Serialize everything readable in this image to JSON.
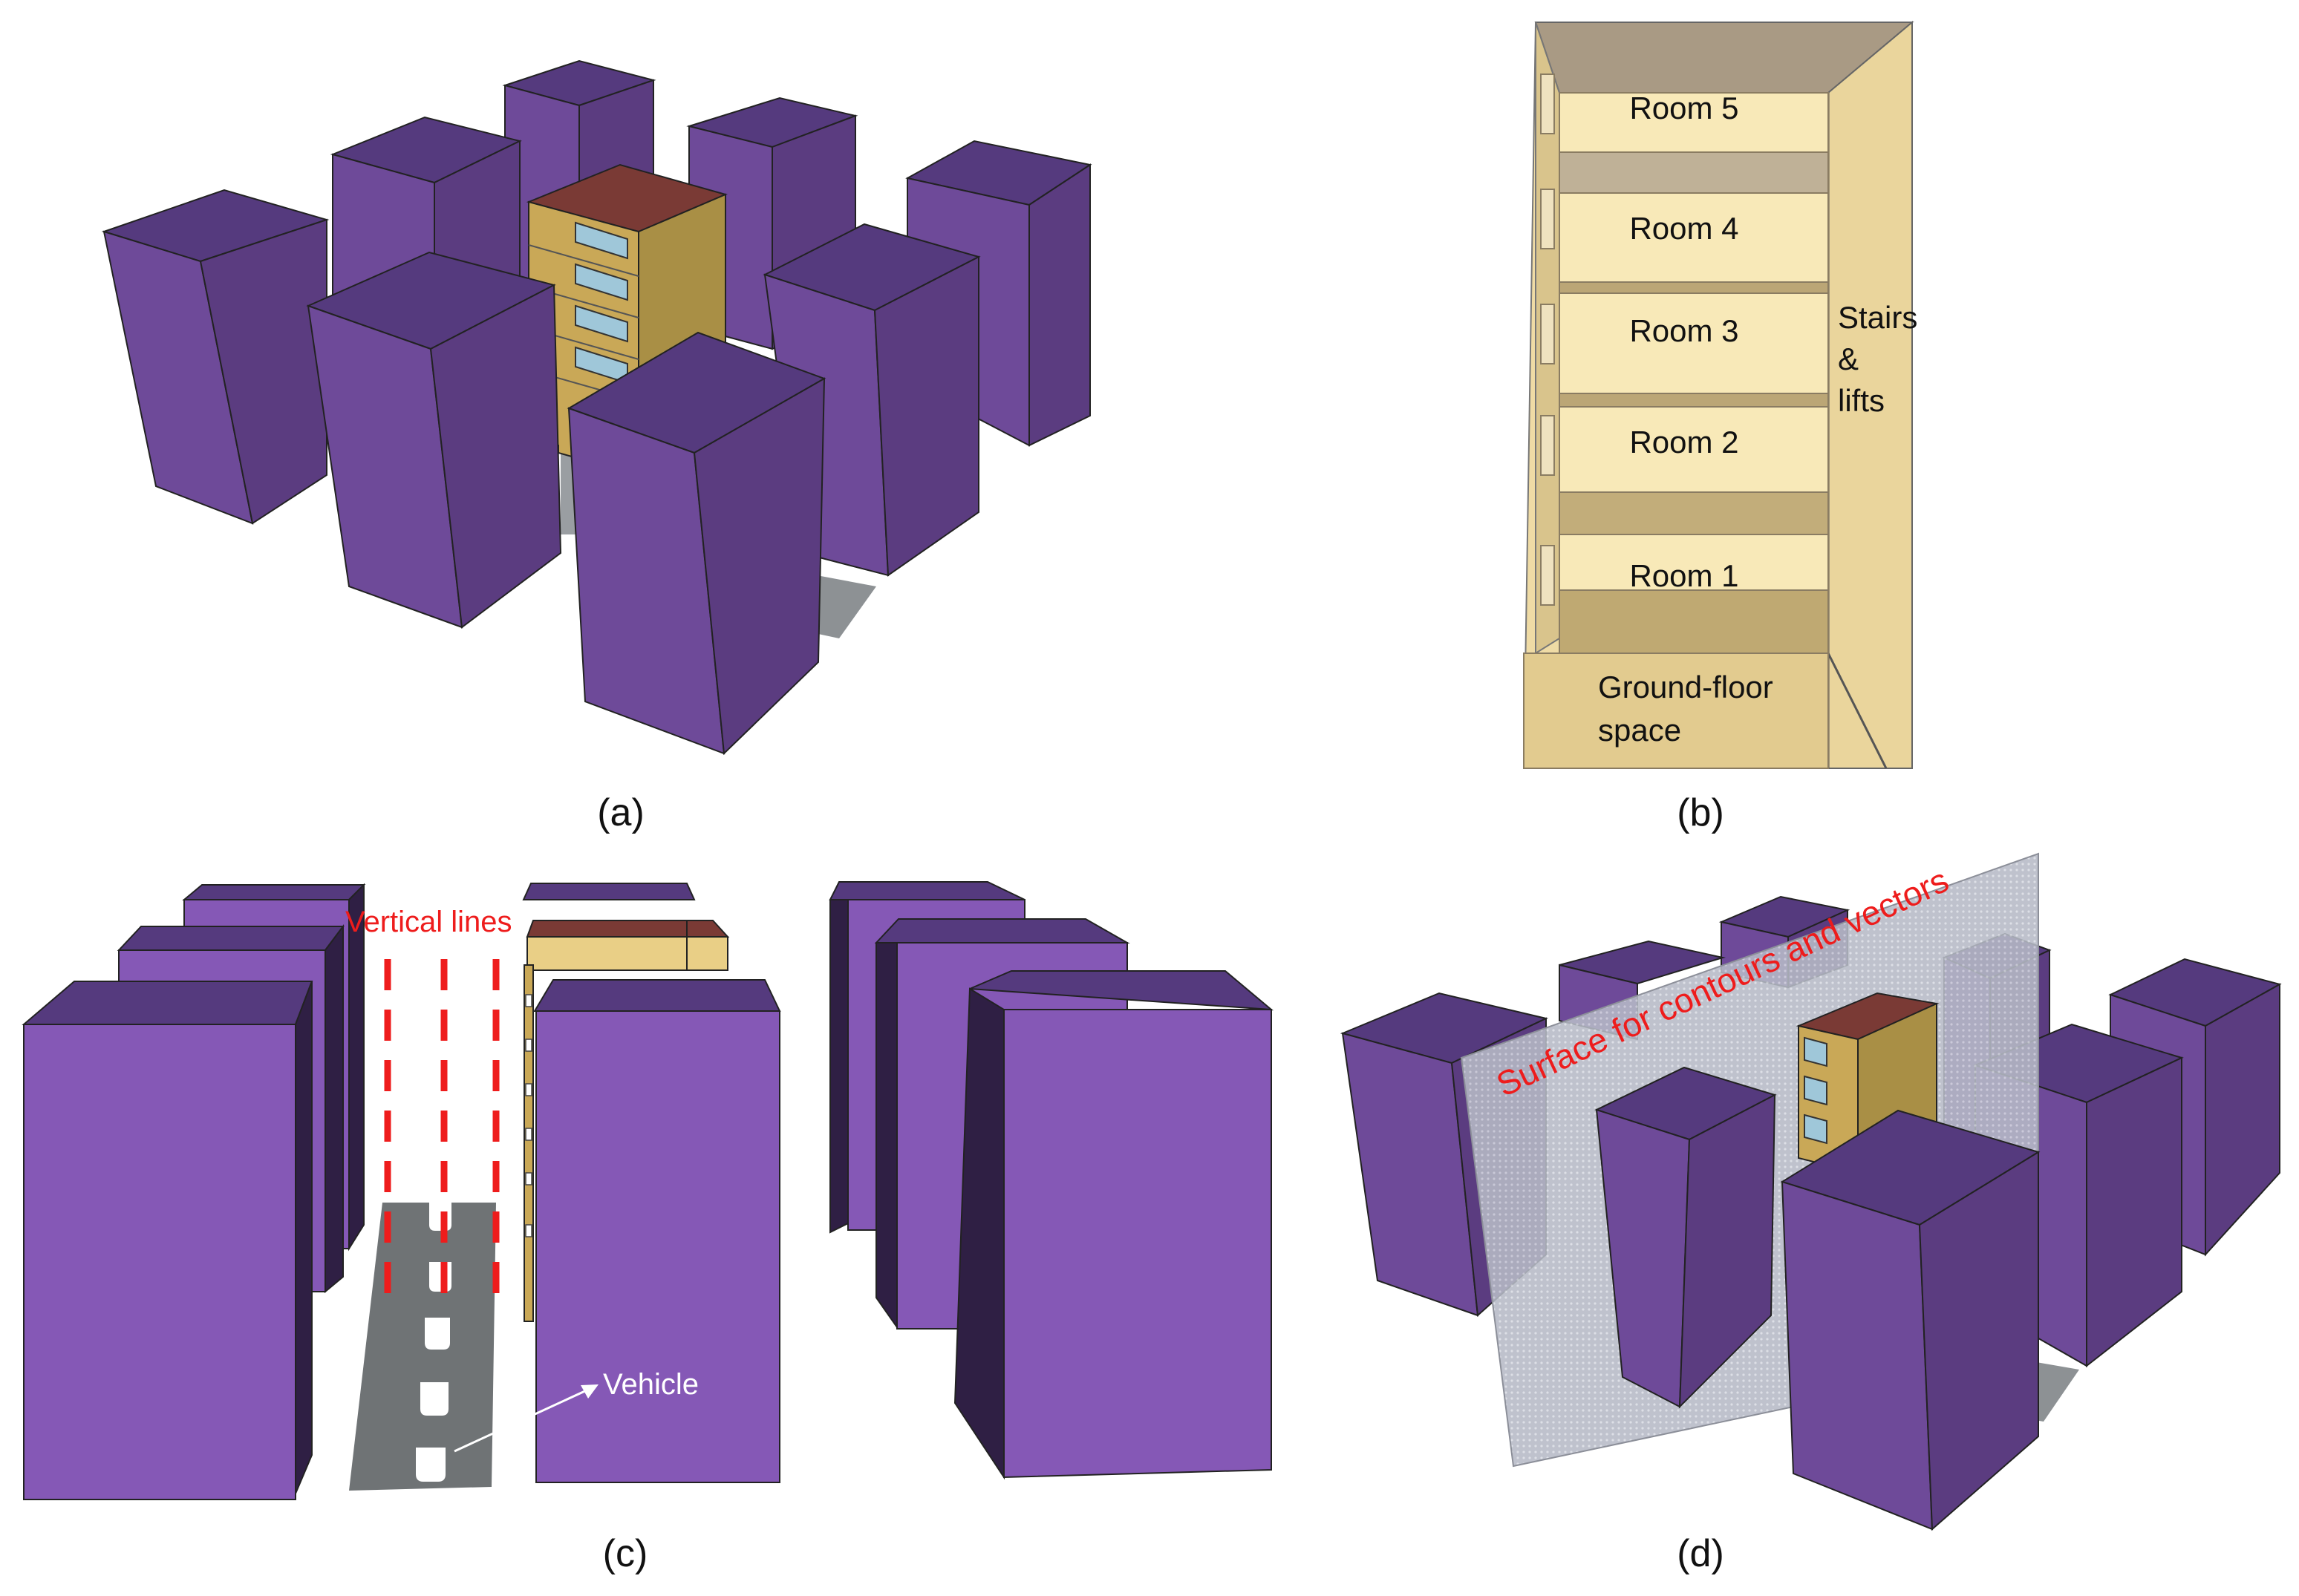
{
  "panels": {
    "a": {
      "caption": "(a)"
    },
    "b": {
      "caption": "(b)",
      "rooms": [
        "Room 5",
        "Room 4",
        "Room 3",
        "Room 2",
        "Room 1"
      ],
      "ground_floor": [
        "Ground-floor",
        "space"
      ],
      "stairs": [
        "Stairs",
        "&",
        "lifts"
      ]
    },
    "c": {
      "caption": "(c)",
      "vertical_lines_label": "Vertical lines",
      "vehicle_label": "Vehicle"
    },
    "d": {
      "caption": "(d)",
      "surface_label": "Surface for contours and vectors"
    }
  },
  "colors": {
    "building_top": "#553a7e",
    "building_left": "#6e4a99",
    "building_right": "#5b3c80",
    "building_front_c": "#8558b6",
    "building_dark_side": "#2f1f44",
    "target_body": "#c9a857",
    "target_roof": "#7a3a35",
    "window": "#9fc7d9",
    "road": "#7b7f82",
    "annotation_red": "#ee1c1c",
    "room_fill": "#f8e9b8"
  }
}
